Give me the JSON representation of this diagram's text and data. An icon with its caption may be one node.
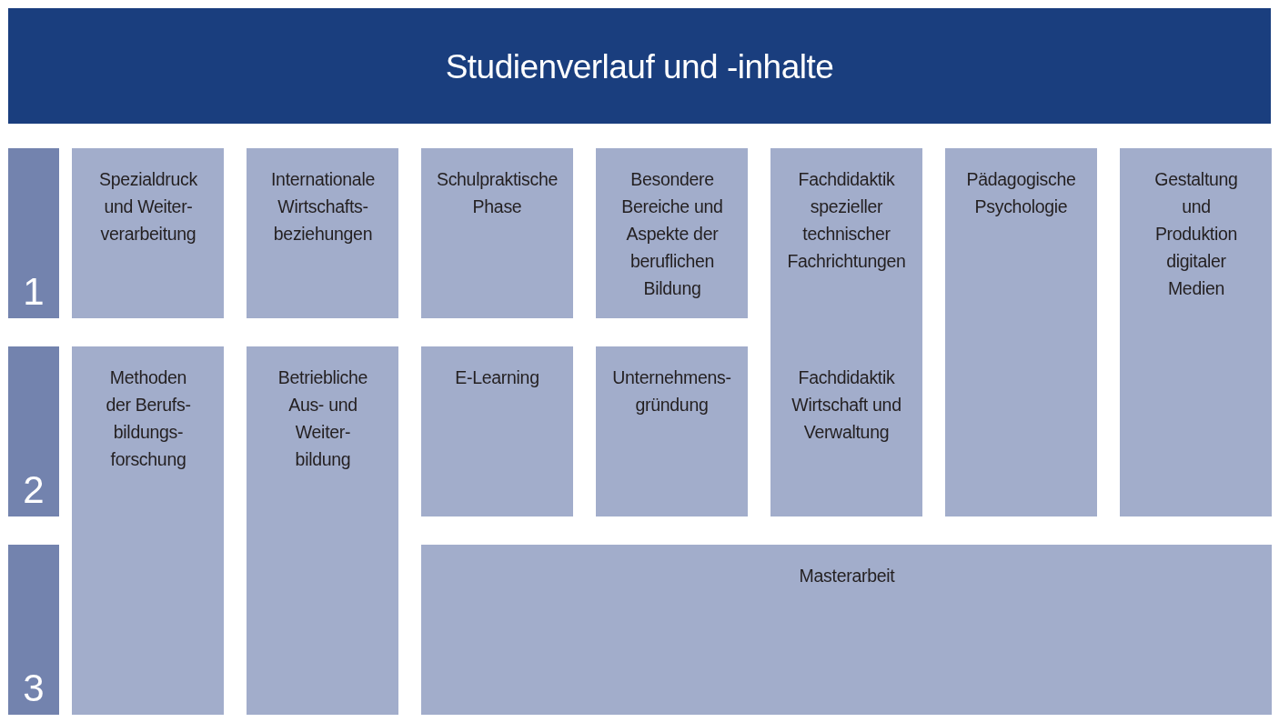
{
  "diagram": {
    "title": "Studienverlauf und -inhalte",
    "nodes": [
      {
        "text": [
          "1"
        ]
      },
      {
        "text": [
          "Spezialdruck und Weiter-verarbeitung"
        ]
      },
      {
        "text": [
          "Internationale Wirtschafts-beziehungen"
        ]
      },
      {
        "text": [
          "Schulpraktische Phase"
        ]
      },
      {
        "text": [
          "Besondere Bereiche und Aspekte der beruflichen Bildung"
        ]
      },
      {
        "text": [
          "Fachdidaktik spezieller technischer Fachrichtungen",
          "Fachdidaktik Wirtschaft und Verwaltung"
        ]
      },
      {
        "text": [
          "Pädagogische Psychologie"
        ]
      },
      {
        "text": [
          "Gestaltung und Produktion digitaler Medien"
        ]
      },
      {
        "text": [
          "2"
        ]
      },
      {
        "text": [
          "Methoden der Berufs-bildungs-forschung"
        ]
      },
      {
        "text": [
          "Betriebliche Aus- und Weiter-bildung"
        ]
      },
      {
        "text": [
          "E-Learning"
        ]
      },
      {
        "text": [
          "Unternehmens-gründung"
        ]
      },
      {
        "text": [
          "3"
        ]
      },
      {
        "text": [
          "Masterarbeit"
        ]
      }
    ]
  }
}
